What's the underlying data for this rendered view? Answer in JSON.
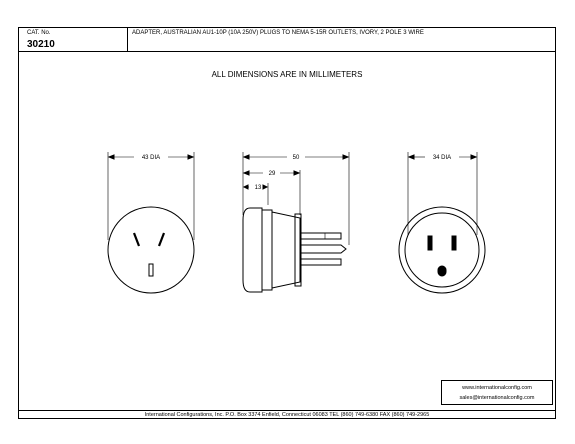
{
  "header": {
    "cat_label": "CAT. No.",
    "cat_number": "30210",
    "description": "ADAPTER, AUSTRALIAN AU1-10P (10A 250V) PLUGS TO NEMA 5-15R OUTLETS, IVORY, 2 POLE 3 WIRE"
  },
  "note": "ALL DIMENSIONS ARE IN MILLIMETERS",
  "dimensions": {
    "front_dia": "43 DIA",
    "side_overall": "50",
    "side_body": "29",
    "side_flange": "13",
    "rear_dia": "34 DIA"
  },
  "web_box": {
    "line1": "www.internationalconfig.com",
    "line2": "sales@internationalconfig.com"
  },
  "footer": "International Configurations, Inc. P.O. Box 3374 Enfield, Connecticut 06083 TEL (860) 749-6380 FAX (860) 749-2965"
}
